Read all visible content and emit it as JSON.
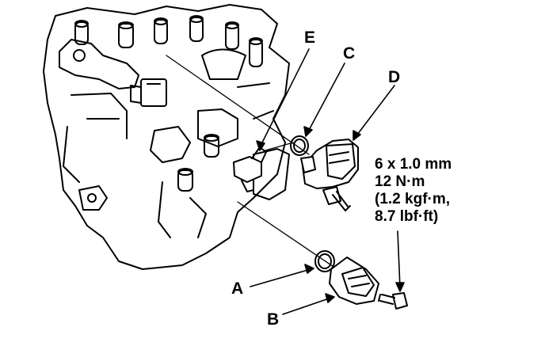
{
  "callouts": {
    "a": "A",
    "b": "B",
    "c": "C",
    "d": "D",
    "e": "E"
  },
  "spec": {
    "line1": "6 x 1.0 mm",
    "line2": "12 N·m",
    "line3": "(1.2 kgf·m,",
    "line4": "8.7 lbf·ft)"
  }
}
